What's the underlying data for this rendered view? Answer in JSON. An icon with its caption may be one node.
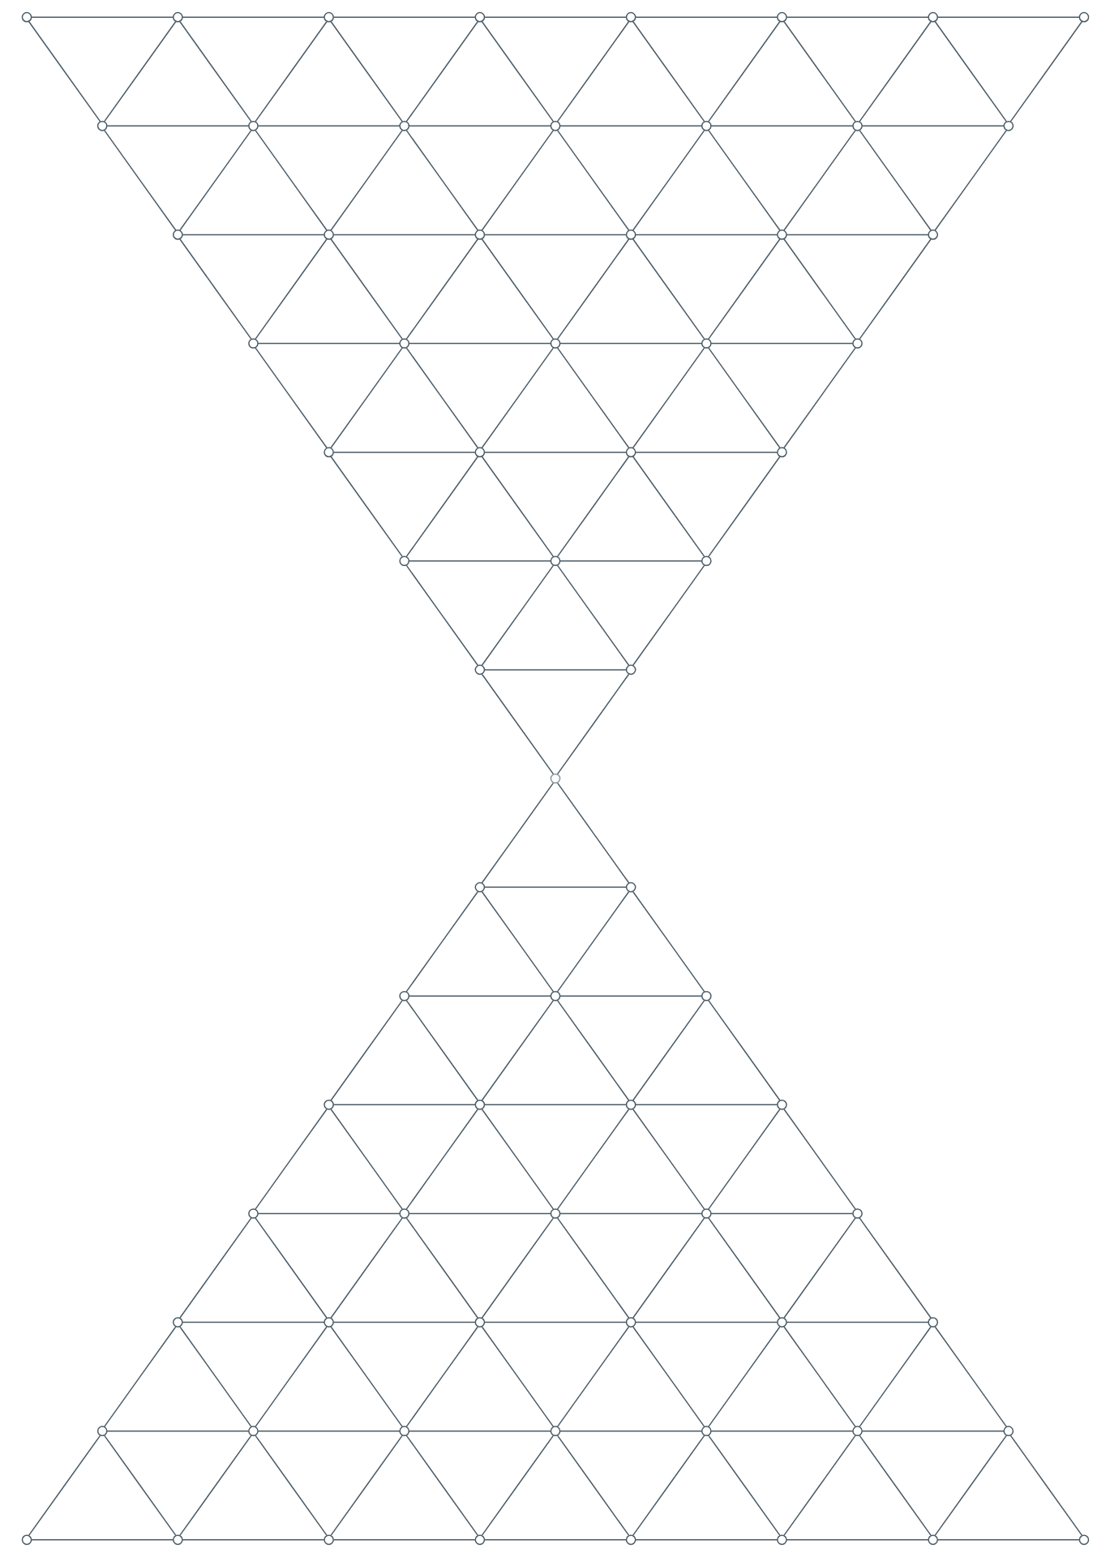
{
  "diagram": {
    "nodes": [
      {
        "text": [],
        "shape": "circle"
      },
      {
        "text": [],
        "shape": "circle"
      },
      {
        "text": [],
        "shape": "circle"
      },
      {
        "text": [],
        "shape": "circle"
      },
      {
        "text": [],
        "shape": "circle"
      },
      {
        "text": [],
        "shape": "circle"
      },
      {
        "text": [],
        "shape": "circle"
      },
      {
        "text": [],
        "shape": "circle"
      },
      {
        "text": [],
        "shape": "circle"
      },
      {
        "text": [],
        "shape": "circle"
      },
      {
        "text": [],
        "shape": "circle"
      },
      {
        "text": [],
        "shape": "circle"
      },
      {
        "text": [],
        "shape": "circle"
      },
      {
        "text": [],
        "shape": "circle"
      },
      {
        "text": [],
        "shape": "circle"
      },
      {
        "text": [],
        "shape": "circle"
      },
      {
        "text": [],
        "shape": "circle"
      },
      {
        "text": [],
        "shape": "circle"
      },
      {
        "text": [],
        "shape": "circle"
      },
      {
        "text": [],
        "shape": "circle"
      },
      {
        "text": [],
        "shape": "circle"
      },
      {
        "text": [],
        "shape": "circle"
      },
      {
        "text": [],
        "shape": "circle"
      },
      {
        "text": [],
        "shape": "circle"
      },
      {
        "text": [],
        "shape": "circle"
      },
      {
        "text": [],
        "shape": "circle"
      },
      {
        "text": [],
        "shape": "circle"
      },
      {
        "text": [],
        "shape": "circle"
      },
      {
        "text": [],
        "shape": "circle"
      },
      {
        "text": [],
        "shape": "circle"
      },
      {
        "text": [],
        "shape": "circle"
      },
      {
        "text": [],
        "shape": "circle"
      },
      {
        "text": [],
        "shape": "circle"
      },
      {
        "text": [],
        "shape": "circle"
      },
      {
        "text": [],
        "shape": "circle"
      },
      {
        "text": [],
        "shape": "circle"
      },
      {
        "text": [],
        "shape": "circle"
      },
      {
        "text": [],
        "shape": "circle"
      },
      {
        "text": [],
        "shape": "circle"
      },
      {
        "text": [],
        "shape": "circle"
      },
      {
        "text": [],
        "shape": "circle"
      },
      {
        "text": [],
        "shape": "circle"
      },
      {
        "text": [],
        "shape": "circle"
      },
      {
        "text": [],
        "shape": "circle"
      },
      {
        "text": [],
        "shape": "circle"
      },
      {
        "text": [],
        "shape": "circle"
      },
      {
        "text": [],
        "shape": "circle"
      },
      {
        "text": [],
        "shape": "circle"
      },
      {
        "text": [],
        "shape": "circle"
      },
      {
        "text": [],
        "shape": "circle"
      },
      {
        "text": [],
        "shape": "circle"
      },
      {
        "text": [],
        "shape": "circle"
      },
      {
        "text": [],
        "shape": "circle"
      },
      {
        "text": [],
        "shape": "circle"
      },
      {
        "text": [],
        "shape": "circle"
      },
      {
        "text": [],
        "shape": "circle"
      },
      {
        "text": [],
        "shape": "circle"
      },
      {
        "text": [],
        "shape": "circle"
      },
      {
        "text": [],
        "shape": "circle"
      },
      {
        "text": [],
        "shape": "circle"
      },
      {
        "text": [],
        "shape": "circle"
      },
      {
        "text": [],
        "shape": "circle"
      },
      {
        "text": [],
        "shape": "circle"
      },
      {
        "text": [],
        "shape": "circle"
      },
      {
        "text": [],
        "shape": "circle"
      },
      {
        "text": [],
        "shape": "circle"
      },
      {
        "text": [],
        "shape": "circle"
      },
      {
        "text": [],
        "shape": "circle"
      },
      {
        "text": [],
        "shape": "circle"
      },
      {
        "text": [],
        "shape": "circle"
      },
      {
        "text": [],
        "shape": "circle"
      }
    ],
    "edges": [
      {
        "from": 0,
        "to": 1,
        "arrow": "none"
      },
      {
        "from": 1,
        "to": 2,
        "arrow": "none"
      },
      {
        "from": 2,
        "to": 3,
        "arrow": "none"
      },
      {
        "from": 3,
        "to": 4,
        "arrow": "none"
      },
      {
        "from": 4,
        "to": 5,
        "arrow": "none"
      },
      {
        "from": 5,
        "to": 6,
        "arrow": "none"
      },
      {
        "from": 6,
        "to": 7,
        "arrow": "none"
      },
      {
        "from": 0,
        "to": 8,
        "arrow": "none"
      },
      {
        "from": 1,
        "to": 8,
        "arrow": "none"
      },
      {
        "from": 1,
        "to": 9,
        "arrow": "none"
      },
      {
        "from": 2,
        "to": 9,
        "arrow": "none"
      },
      {
        "from": 2,
        "to": 10,
        "arrow": "none"
      },
      {
        "from": 3,
        "to": 10,
        "arrow": "none"
      },
      {
        "from": 3,
        "to": 11,
        "arrow": "none"
      },
      {
        "from": 4,
        "to": 11,
        "arrow": "none"
      },
      {
        "from": 4,
        "to": 12,
        "arrow": "none"
      },
      {
        "from": 5,
        "to": 12,
        "arrow": "none"
      },
      {
        "from": 5,
        "to": 13,
        "arrow": "none"
      },
      {
        "from": 6,
        "to": 13,
        "arrow": "none"
      },
      {
        "from": 6,
        "to": 14,
        "arrow": "none"
      },
      {
        "from": 7,
        "to": 14,
        "arrow": "none"
      },
      {
        "from": 8,
        "to": 9,
        "arrow": "none"
      },
      {
        "from": 9,
        "to": 10,
        "arrow": "none"
      },
      {
        "from": 10,
        "to": 11,
        "arrow": "none"
      },
      {
        "from": 11,
        "to": 12,
        "arrow": "none"
      },
      {
        "from": 12,
        "to": 13,
        "arrow": "none"
      },
      {
        "from": 13,
        "to": 14,
        "arrow": "none"
      },
      {
        "from": 8,
        "to": 15,
        "arrow": "none"
      },
      {
        "from": 9,
        "to": 15,
        "arrow": "none"
      },
      {
        "from": 9,
        "to": 16,
        "arrow": "none"
      },
      {
        "from": 10,
        "to": 16,
        "arrow": "none"
      },
      {
        "from": 10,
        "to": 17,
        "arrow": "none"
      },
      {
        "from": 11,
        "to": 17,
        "arrow": "none"
      },
      {
        "from": 11,
        "to": 18,
        "arrow": "none"
      },
      {
        "from": 12,
        "to": 18,
        "arrow": "none"
      },
      {
        "from": 12,
        "to": 19,
        "arrow": "none"
      },
      {
        "from": 13,
        "to": 19,
        "arrow": "none"
      },
      {
        "from": 13,
        "to": 20,
        "arrow": "none"
      },
      {
        "from": 14,
        "to": 20,
        "arrow": "none"
      },
      {
        "from": 15,
        "to": 16,
        "arrow": "none"
      },
      {
        "from": 16,
        "to": 17,
        "arrow": "none"
      },
      {
        "from": 17,
        "to": 18,
        "arrow": "none"
      },
      {
        "from": 18,
        "to": 19,
        "arrow": "none"
      },
      {
        "from": 19,
        "to": 20,
        "arrow": "none"
      },
      {
        "from": 15,
        "to": 21,
        "arrow": "none"
      },
      {
        "from": 16,
        "to": 21,
        "arrow": "none"
      },
      {
        "from": 16,
        "to": 22,
        "arrow": "none"
      },
      {
        "from": 17,
        "to": 22,
        "arrow": "none"
      },
      {
        "from": 17,
        "to": 23,
        "arrow": "none"
      },
      {
        "from": 18,
        "to": 23,
        "arrow": "none"
      },
      {
        "from": 18,
        "to": 24,
        "arrow": "none"
      },
      {
        "from": 19,
        "to": 24,
        "arrow": "none"
      },
      {
        "from": 19,
        "to": 25,
        "arrow": "none"
      },
      {
        "from": 20,
        "to": 25,
        "arrow": "none"
      },
      {
        "from": 21,
        "to": 22,
        "arrow": "none"
      },
      {
        "from": 22,
        "to": 23,
        "arrow": "none"
      },
      {
        "from": 23,
        "to": 24,
        "arrow": "none"
      },
      {
        "from": 24,
        "to": 25,
        "arrow": "none"
      },
      {
        "from": 21,
        "to": 26,
        "arrow": "none"
      },
      {
        "from": 22,
        "to": 26,
        "arrow": "none"
      },
      {
        "from": 22,
        "to": 27,
        "arrow": "none"
      },
      {
        "from": 23,
        "to": 27,
        "arrow": "none"
      },
      {
        "from": 23,
        "to": 28,
        "arrow": "none"
      },
      {
        "from": 24,
        "to": 28,
        "arrow": "none"
      },
      {
        "from": 24,
        "to": 29,
        "arrow": "none"
      },
      {
        "from": 25,
        "to": 29,
        "arrow": "none"
      },
      {
        "from": 26,
        "to": 27,
        "arrow": "none"
      },
      {
        "from": 27,
        "to": 28,
        "arrow": "none"
      },
      {
        "from": 28,
        "to": 29,
        "arrow": "none"
      },
      {
        "from": 26,
        "to": 30,
        "arrow": "none"
      },
      {
        "from": 27,
        "to": 30,
        "arrow": "none"
      },
      {
        "from": 27,
        "to": 31,
        "arrow": "none"
      },
      {
        "from": 28,
        "to": 31,
        "arrow": "none"
      },
      {
        "from": 28,
        "to": 32,
        "arrow": "none"
      },
      {
        "from": 29,
        "to": 32,
        "arrow": "none"
      },
      {
        "from": 30,
        "to": 31,
        "arrow": "none"
      },
      {
        "from": 31,
        "to": 32,
        "arrow": "none"
      },
      {
        "from": 30,
        "to": 33,
        "arrow": "none"
      },
      {
        "from": 31,
        "to": 33,
        "arrow": "none"
      },
      {
        "from": 31,
        "to": 34,
        "arrow": "none"
      },
      {
        "from": 32,
        "to": 34,
        "arrow": "none"
      },
      {
        "from": 33,
        "to": 34,
        "arrow": "none"
      },
      {
        "from": 33,
        "to": 35,
        "arrow": "none"
      },
      {
        "from": 34,
        "to": 35,
        "arrow": "none"
      },
      {
        "from": 35,
        "to": 36,
        "arrow": "none"
      },
      {
        "from": 35,
        "to": 37,
        "arrow": "none"
      },
      {
        "from": 36,
        "to": 37,
        "arrow": "none"
      },
      {
        "from": 36,
        "to": 38,
        "arrow": "none"
      },
      {
        "from": 36,
        "to": 39,
        "arrow": "none"
      },
      {
        "from": 37,
        "to": 39,
        "arrow": "none"
      },
      {
        "from": 37,
        "to": 40,
        "arrow": "none"
      },
      {
        "from": 38,
        "to": 39,
        "arrow": "none"
      },
      {
        "from": 39,
        "to": 40,
        "arrow": "none"
      },
      {
        "from": 38,
        "to": 41,
        "arrow": "none"
      },
      {
        "from": 38,
        "to": 42,
        "arrow": "none"
      },
      {
        "from": 39,
        "to": 42,
        "arrow": "none"
      },
      {
        "from": 39,
        "to": 43,
        "arrow": "none"
      },
      {
        "from": 40,
        "to": 43,
        "arrow": "none"
      },
      {
        "from": 40,
        "to": 44,
        "arrow": "none"
      },
      {
        "from": 41,
        "to": 42,
        "arrow": "none"
      },
      {
        "from": 42,
        "to": 43,
        "arrow": "none"
      },
      {
        "from": 43,
        "to": 44,
        "arrow": "none"
      },
      {
        "from": 41,
        "to": 45,
        "arrow": "none"
      },
      {
        "from": 41,
        "to": 46,
        "arrow": "none"
      },
      {
        "from": 42,
        "to": 46,
        "arrow": "none"
      },
      {
        "from": 42,
        "to": 47,
        "arrow": "none"
      },
      {
        "from": 43,
        "to": 47,
        "arrow": "none"
      },
      {
        "from": 43,
        "to": 48,
        "arrow": "none"
      },
      {
        "from": 44,
        "to": 48,
        "arrow": "none"
      },
      {
        "from": 44,
        "to": 49,
        "arrow": "none"
      },
      {
        "from": 45,
        "to": 46,
        "arrow": "none"
      },
      {
        "from": 46,
        "to": 47,
        "arrow": "none"
      },
      {
        "from": 47,
        "to": 48,
        "arrow": "none"
      },
      {
        "from": 48,
        "to": 49,
        "arrow": "none"
      },
      {
        "from": 45,
        "to": 50,
        "arrow": "none"
      },
      {
        "from": 45,
        "to": 51,
        "arrow": "none"
      },
      {
        "from": 46,
        "to": 51,
        "arrow": "none"
      },
      {
        "from": 46,
        "to": 52,
        "arrow": "none"
      },
      {
        "from": 47,
        "to": 52,
        "arrow": "none"
      },
      {
        "from": 47,
        "to": 53,
        "arrow": "none"
      },
      {
        "from": 48,
        "to": 53,
        "arrow": "none"
      },
      {
        "from": 48,
        "to": 54,
        "arrow": "none"
      },
      {
        "from": 49,
        "to": 54,
        "arrow": "none"
      },
      {
        "from": 49,
        "to": 55,
        "arrow": "none"
      },
      {
        "from": 50,
        "to": 51,
        "arrow": "none"
      },
      {
        "from": 51,
        "to": 52,
        "arrow": "none"
      },
      {
        "from": 52,
        "to": 53,
        "arrow": "none"
      },
      {
        "from": 53,
        "to": 54,
        "arrow": "none"
      },
      {
        "from": 54,
        "to": 55,
        "arrow": "none"
      },
      {
        "from": 50,
        "to": 56,
        "arrow": "none"
      },
      {
        "from": 50,
        "to": 57,
        "arrow": "none"
      },
      {
        "from": 51,
        "to": 57,
        "arrow": "none"
      },
      {
        "from": 51,
        "to": 58,
        "arrow": "none"
      },
      {
        "from": 52,
        "to": 58,
        "arrow": "none"
      },
      {
        "from": 52,
        "to": 59,
        "arrow": "none"
      },
      {
        "from": 53,
        "to": 59,
        "arrow": "none"
      },
      {
        "from": 53,
        "to": 60,
        "arrow": "none"
      },
      {
        "from": 54,
        "to": 60,
        "arrow": "none"
      },
      {
        "from": 54,
        "to": 61,
        "arrow": "none"
      },
      {
        "from": 55,
        "to": 61,
        "arrow": "none"
      },
      {
        "from": 55,
        "to": 62,
        "arrow": "none"
      },
      {
        "from": 56,
        "to": 57,
        "arrow": "none"
      },
      {
        "from": 57,
        "to": 58,
        "arrow": "none"
      },
      {
        "from": 58,
        "to": 59,
        "arrow": "none"
      },
      {
        "from": 59,
        "to": 60,
        "arrow": "none"
      },
      {
        "from": 60,
        "to": 61,
        "arrow": "none"
      },
      {
        "from": 61,
        "to": 62,
        "arrow": "none"
      },
      {
        "from": 56,
        "to": 63,
        "arrow": "none"
      },
      {
        "from": 56,
        "to": 64,
        "arrow": "none"
      },
      {
        "from": 57,
        "to": 64,
        "arrow": "none"
      },
      {
        "from": 57,
        "to": 65,
        "arrow": "none"
      },
      {
        "from": 58,
        "to": 65,
        "arrow": "none"
      },
      {
        "from": 58,
        "to": 66,
        "arrow": "none"
      },
      {
        "from": 59,
        "to": 66,
        "arrow": "none"
      },
      {
        "from": 59,
        "to": 67,
        "arrow": "none"
      },
      {
        "from": 60,
        "to": 67,
        "arrow": "none"
      },
      {
        "from": 60,
        "to": 68,
        "arrow": "none"
      },
      {
        "from": 61,
        "to": 68,
        "arrow": "none"
      },
      {
        "from": 61,
        "to": 69,
        "arrow": "none"
      },
      {
        "from": 62,
        "to": 69,
        "arrow": "none"
      },
      {
        "from": 62,
        "to": 70,
        "arrow": "none"
      },
      {
        "from": 63,
        "to": 64,
        "arrow": "none"
      },
      {
        "from": 64,
        "to": 65,
        "arrow": "none"
      },
      {
        "from": 65,
        "to": 66,
        "arrow": "none"
      },
      {
        "from": 66,
        "to": 67,
        "arrow": "none"
      },
      {
        "from": 67,
        "to": 68,
        "arrow": "none"
      },
      {
        "from": 68,
        "to": 69,
        "arrow": "none"
      },
      {
        "from": 69,
        "to": 70,
        "arrow": "none"
      }
    ]
  }
}
